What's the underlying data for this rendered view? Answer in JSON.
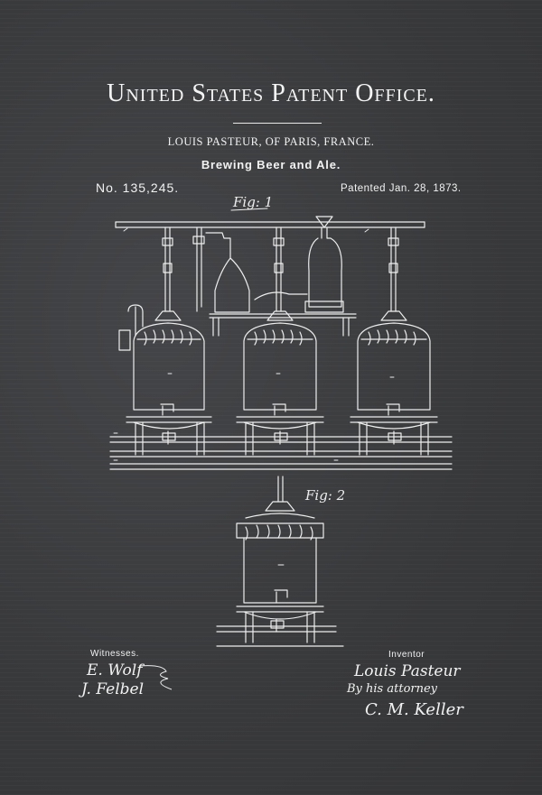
{
  "header": {
    "office": "United States Patent Office.",
    "inventor_line": "LOUIS PASTEUR, OF PARIS, FRANCE.",
    "subject": "Brewing Beer and Ale.",
    "patent_number": "No. 135,245.",
    "patented": "Patented Jan. 28, 1873."
  },
  "figures": {
    "fig1_label": "Fig: 1",
    "fig2_label": "Fig: 2"
  },
  "signatures": {
    "witnesses_label": "Witnesses.",
    "witness_1": "E. Wolf",
    "witness_2": "J. Felbel",
    "inventor_label": "Inventor",
    "inventor_name": "Louis Pasteur",
    "by_attorney": "By his attorney",
    "attorney_name": "C. M. Keller"
  },
  "colors": {
    "background": "#3a3b3d",
    "ink": "#f2f2f2"
  }
}
